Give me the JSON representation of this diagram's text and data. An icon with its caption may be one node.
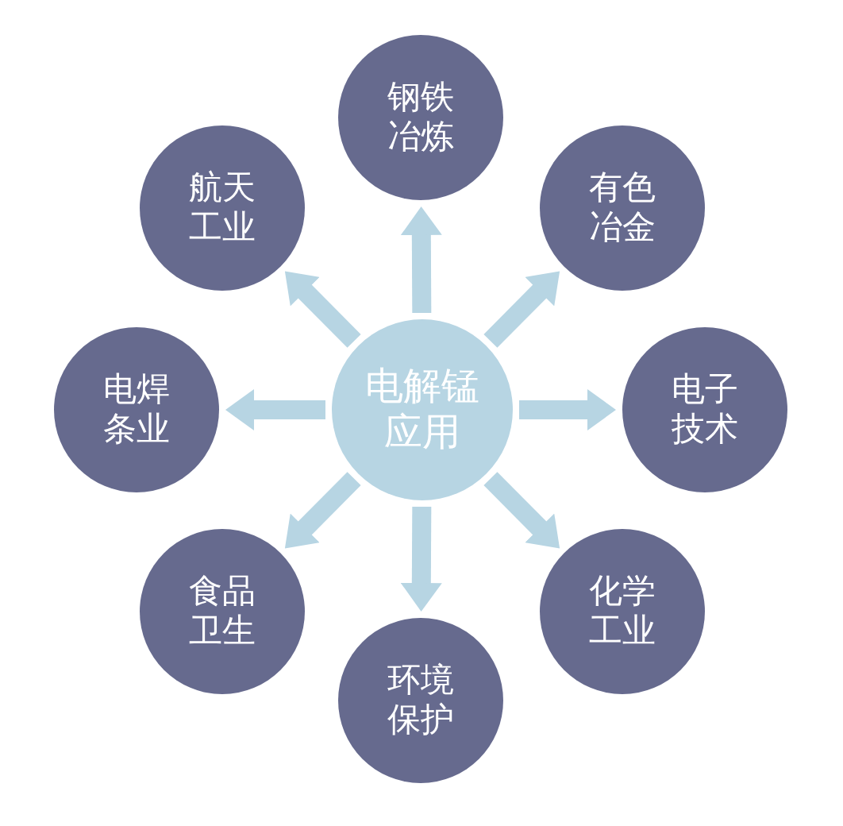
{
  "diagram": {
    "nodes": [
      {
        "text": [
          "电解锰应用"
        ]
      },
      {
        "text": [
          "钢铁冶炼"
        ]
      },
      {
        "text": [
          "有色冶金"
        ]
      },
      {
        "text": [
          "电子技术"
        ]
      },
      {
        "text": [
          "化学工业"
        ]
      },
      {
        "text": [
          "环境保护"
        ]
      },
      {
        "text": [
          "食品卫生"
        ]
      },
      {
        "text": [
          "电焊条业"
        ]
      },
      {
        "text": [
          "航天工业"
        ]
      }
    ],
    "edges": [
      {
        "from": 0,
        "to": 1,
        "arrow": "to"
      },
      {
        "from": 0,
        "to": 2,
        "arrow": "to"
      },
      {
        "from": 0,
        "to": 3,
        "arrow": "to"
      },
      {
        "from": 0,
        "to": 4,
        "arrow": "to"
      },
      {
        "from": 0,
        "to": 5,
        "arrow": "to"
      },
      {
        "from": 0,
        "to": 6,
        "arrow": "to"
      },
      {
        "from": 0,
        "to": 7,
        "arrow": "to"
      },
      {
        "from": 0,
        "to": 8,
        "arrow": "to"
      }
    ]
  }
}
